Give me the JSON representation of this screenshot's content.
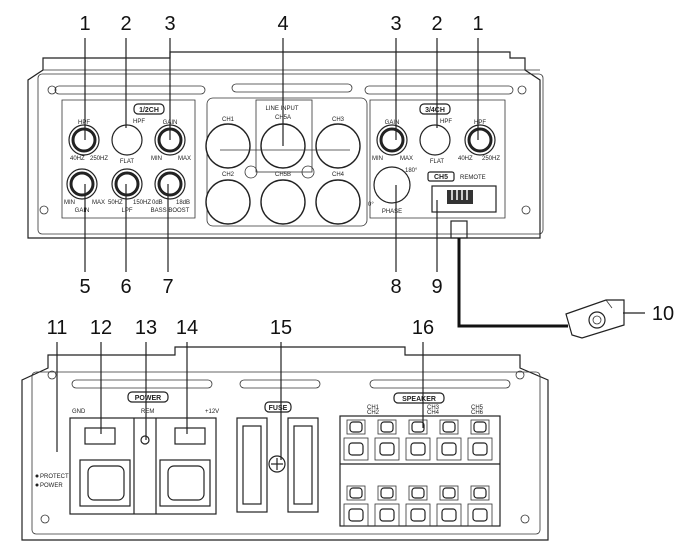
{
  "callouts": {
    "top": [
      "1",
      "2",
      "3",
      "4",
      "3",
      "2",
      "1"
    ],
    "bottom_top_panel": [
      "5",
      "6",
      "7",
      "8",
      "9"
    ],
    "remote": "10",
    "bottom_panel": [
      "11",
      "12",
      "13",
      "14",
      "15",
      "16"
    ]
  },
  "top_panel": {
    "section_left": "1/2CH",
    "section_right": "3/4CH",
    "line_input": "LINE INPUT",
    "ch5a": "CH5A",
    "ch5b": "CH5B",
    "ch_labels": [
      "CH1",
      "CH2",
      "CH3",
      "CH4"
    ],
    "hpf": "HPF",
    "gain": "GAIN",
    "flat": "FLAT",
    "lpf": "LPF",
    "bass_boost": "BASS BOOST",
    "phase": "PHASE",
    "ch5": "CH5",
    "remote": "REMOTE",
    "min": "MIN",
    "max": "MAX",
    "hz40": "40HZ",
    "hz250": "250HZ",
    "hz50": "50HZ",
    "hz150": "150HZ",
    "db0": "0dB",
    "db18": "18dB",
    "deg0": "0°",
    "deg180": "180°"
  },
  "bottom_panel": {
    "power": "POWER",
    "fuse": "FUSE",
    "speaker": "SPEAKER",
    "gnd": "GND",
    "rem": "REM",
    "plus12v": "+12V",
    "protect": "PROTECT",
    "bpower": "POWER",
    "speaker_cols": [
      [
        "CH1",
        "CH2"
      ],
      [
        "CH3",
        "CH4"
      ],
      [
        "CH5",
        "CH6"
      ]
    ]
  }
}
